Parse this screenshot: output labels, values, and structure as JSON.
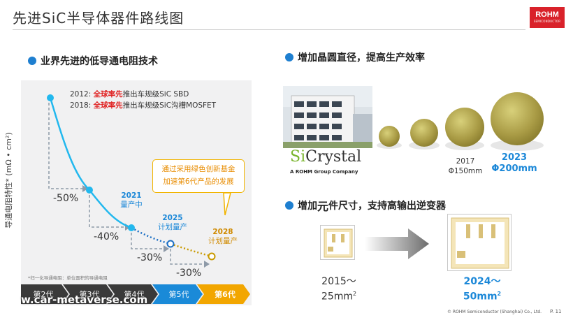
{
  "header": {
    "title": "先进SiC半导体器件路线图",
    "logo_text": "ROHM",
    "logo_sub": "SEMICONDUCTOR"
  },
  "left": {
    "heading": "业界先进的低导通电阻技术",
    "y_axis_label": "导通电阻特性* (mΩ • cm²)",
    "ann_line1": {
      "year": "2012: ",
      "highlight": "全球率先",
      "rest": "推出车规级SiC SBD"
    },
    "ann_line2": {
      "year": "2018: ",
      "highlight": "全球率先",
      "rest": "推出车规级SiC沟槽MOSFET"
    },
    "points": [
      {
        "year": "2021",
        "status": "量产中"
      },
      {
        "year": "2025",
        "status": "计划量产"
      },
      {
        "year": "2028",
        "status": "计划量产"
      }
    ],
    "reductions": [
      "-50%",
      "-40%",
      "-30%",
      "-30%"
    ],
    "callout_line1": "通过采用绿色创新基金",
    "callout_line2": "加速第6代产品的发展",
    "footnote": "*归一化导通电阻：单位面积的导通电阻",
    "generations": [
      "第2代",
      "第3代",
      "第4代",
      "第5代",
      "第6代"
    ]
  },
  "watermark": "w.car-metaverse.com",
  "wafer": {
    "heading": "增加晶圆直径，提高生产效率",
    "company_word_1": "Si",
    "company_word_2": "Crystal",
    "company_sub": "A ROHM Group Company",
    "label_2017_year": "2017",
    "label_2017_size": "Φ150mm",
    "label_2023_year": "2023",
    "label_2023_size": "Φ200mm"
  },
  "element": {
    "heading_pre": "增加",
    "heading_big": "元",
    "heading_post": "件尺寸，支持高输出逆变器",
    "small_year": "2015～",
    "small_size": "25mm",
    "big_year": "2024～",
    "big_size": "50mm",
    "unit_sup": "2"
  },
  "footer": {
    "copyright": "© ROHM Semiconductor (Shanghai) Co., Ltd.",
    "page": "P. 11"
  },
  "colors": {
    "accent_blue": "#1e7fd0",
    "curve_cyan": "#22b8ee",
    "gold": "#d08a00",
    "red": "#e02020",
    "rohm_red": "#d9222a"
  }
}
